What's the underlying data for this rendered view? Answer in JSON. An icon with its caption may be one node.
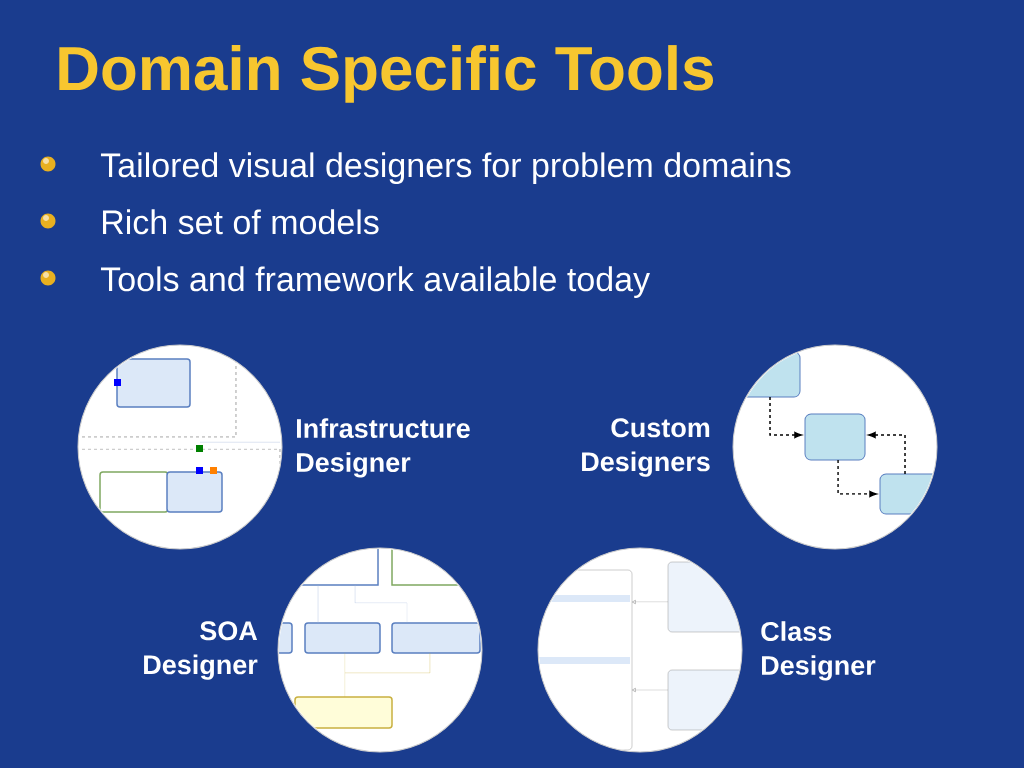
{
  "diagram": {
    "title": "Domain Specific Tools",
    "nodes": [
      {
        "text": [],
        "shape": "picture",
        "beside": [
          "Infrastructure Designer"
        ]
      },
      {
        "text": [],
        "shape": "picture",
        "beside": [
          "Custom Designers"
        ]
      },
      {
        "text": [],
        "shape": "picture",
        "beside": [
          "SOA Designer"
        ]
      },
      {
        "text": [],
        "shape": "picture",
        "beside": [
          "Class Designer"
        ]
      }
    ],
    "edges": [],
    "labels": [
      "Tailored visual designers for problem domains",
      "Rich set of models",
      "Tools and framework available today"
    ]
  }
}
